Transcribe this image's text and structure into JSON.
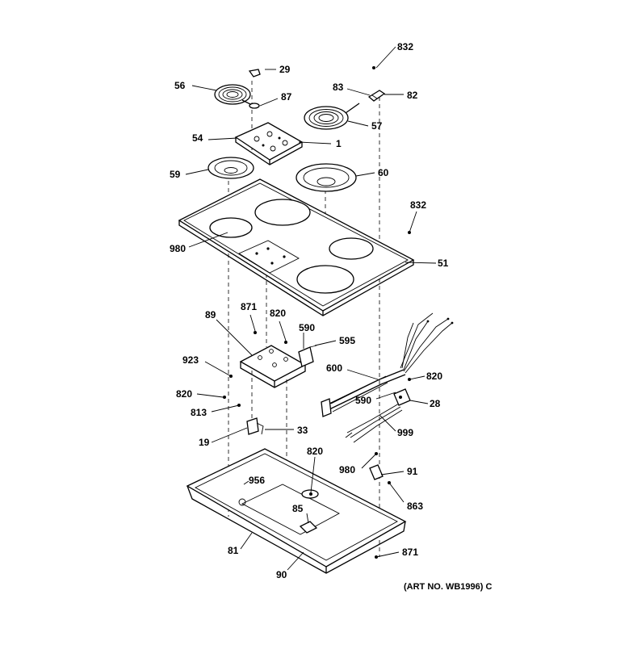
{
  "diagram": {
    "callouts": [
      {
        "id": "c29",
        "text": "29"
      },
      {
        "id": "c832a",
        "text": "832"
      },
      {
        "id": "c56",
        "text": "56"
      },
      {
        "id": "c87",
        "text": "87"
      },
      {
        "id": "c83",
        "text": "83"
      },
      {
        "id": "c82",
        "text": "82"
      },
      {
        "id": "c57",
        "text": "57"
      },
      {
        "id": "c54",
        "text": "54"
      },
      {
        "id": "c1",
        "text": "1"
      },
      {
        "id": "c59",
        "text": "59"
      },
      {
        "id": "c60",
        "text": "60"
      },
      {
        "id": "c832b",
        "text": "832"
      },
      {
        "id": "c980a",
        "text": "980"
      },
      {
        "id": "c51",
        "text": "51"
      },
      {
        "id": "c89",
        "text": "89"
      },
      {
        "id": "c871a",
        "text": "871"
      },
      {
        "id": "c820a",
        "text": "820"
      },
      {
        "id": "c590a",
        "text": "590"
      },
      {
        "id": "c595",
        "text": "595"
      },
      {
        "id": "c923",
        "text": "923"
      },
      {
        "id": "c600",
        "text": "600"
      },
      {
        "id": "c820b",
        "text": "820"
      },
      {
        "id": "c820c",
        "text": "820"
      },
      {
        "id": "c590b",
        "text": "590"
      },
      {
        "id": "c28",
        "text": "28"
      },
      {
        "id": "c813",
        "text": "813"
      },
      {
        "id": "c999",
        "text": "999"
      },
      {
        "id": "c33",
        "text": "33"
      },
      {
        "id": "c19",
        "text": "19"
      },
      {
        "id": "c820d",
        "text": "820"
      },
      {
        "id": "c980b",
        "text": "980"
      },
      {
        "id": "c91",
        "text": "91"
      },
      {
        "id": "c956",
        "text": "956"
      },
      {
        "id": "c863",
        "text": "863"
      },
      {
        "id": "c85",
        "text": "85"
      },
      {
        "id": "c81",
        "text": "81"
      },
      {
        "id": "c871b",
        "text": "871"
      },
      {
        "id": "c90",
        "text": "90"
      }
    ],
    "art_number": "(ART NO. WB1996) C"
  }
}
